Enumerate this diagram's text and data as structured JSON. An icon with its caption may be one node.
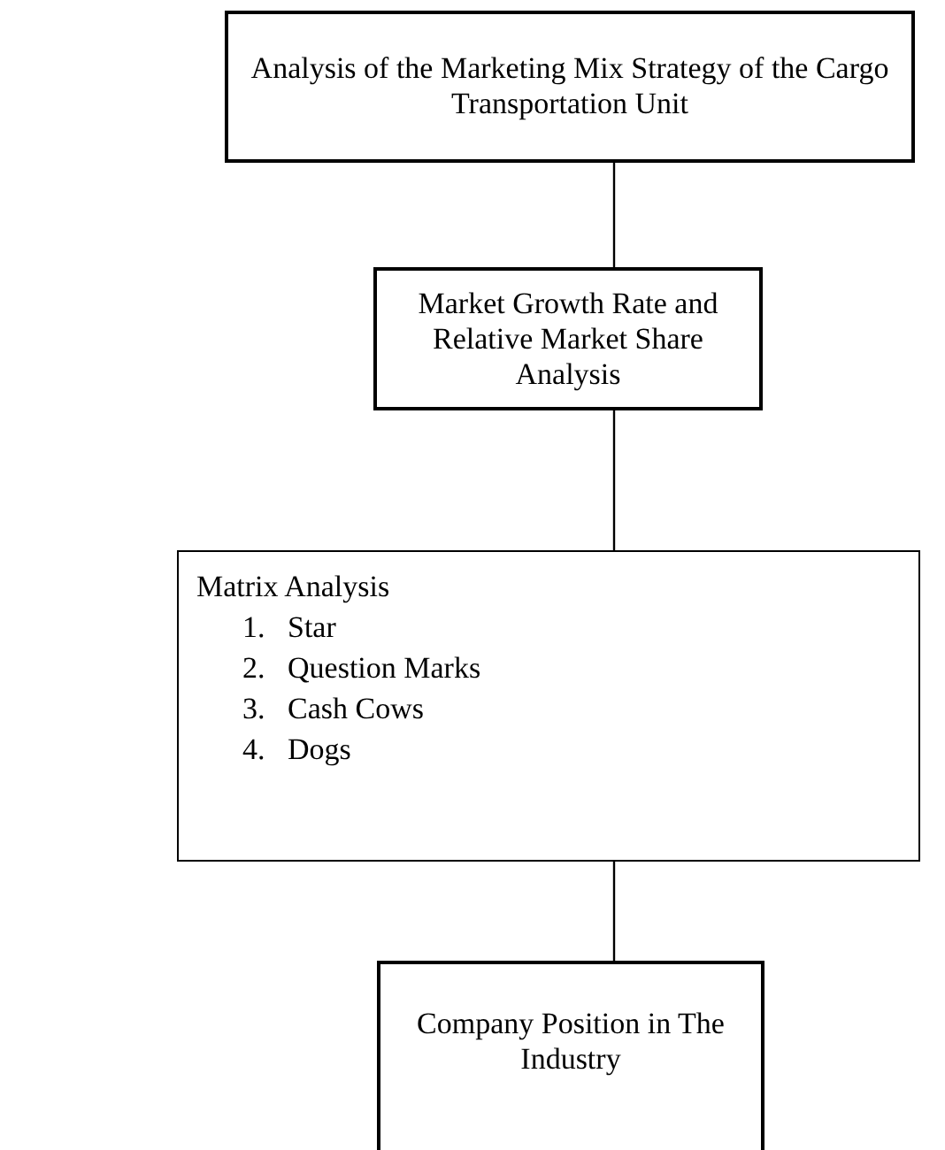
{
  "diagram": {
    "nodes": [
      {
        "text": [
          "Analysis of the Marketing Mix Strategy of the Cargo Transportation Unit"
        ]
      },
      {
        "text": [
          "Market Growth Rate and Relative Market Share Analysis"
        ]
      },
      {
        "text": [
          "Matrix Analysis",
          "1. Star",
          "2. Question Marks",
          "3. Cash Cows",
          "4. Dogs"
        ]
      },
      {
        "text": [
          "Company Position in The Industry"
        ]
      }
    ],
    "edges": [
      {
        "from": 0,
        "to": 1,
        "arrow": "none"
      },
      {
        "from": 1,
        "to": 2,
        "arrow": "none"
      },
      {
        "from": 2,
        "to": 3,
        "arrow": "none"
      }
    ]
  }
}
